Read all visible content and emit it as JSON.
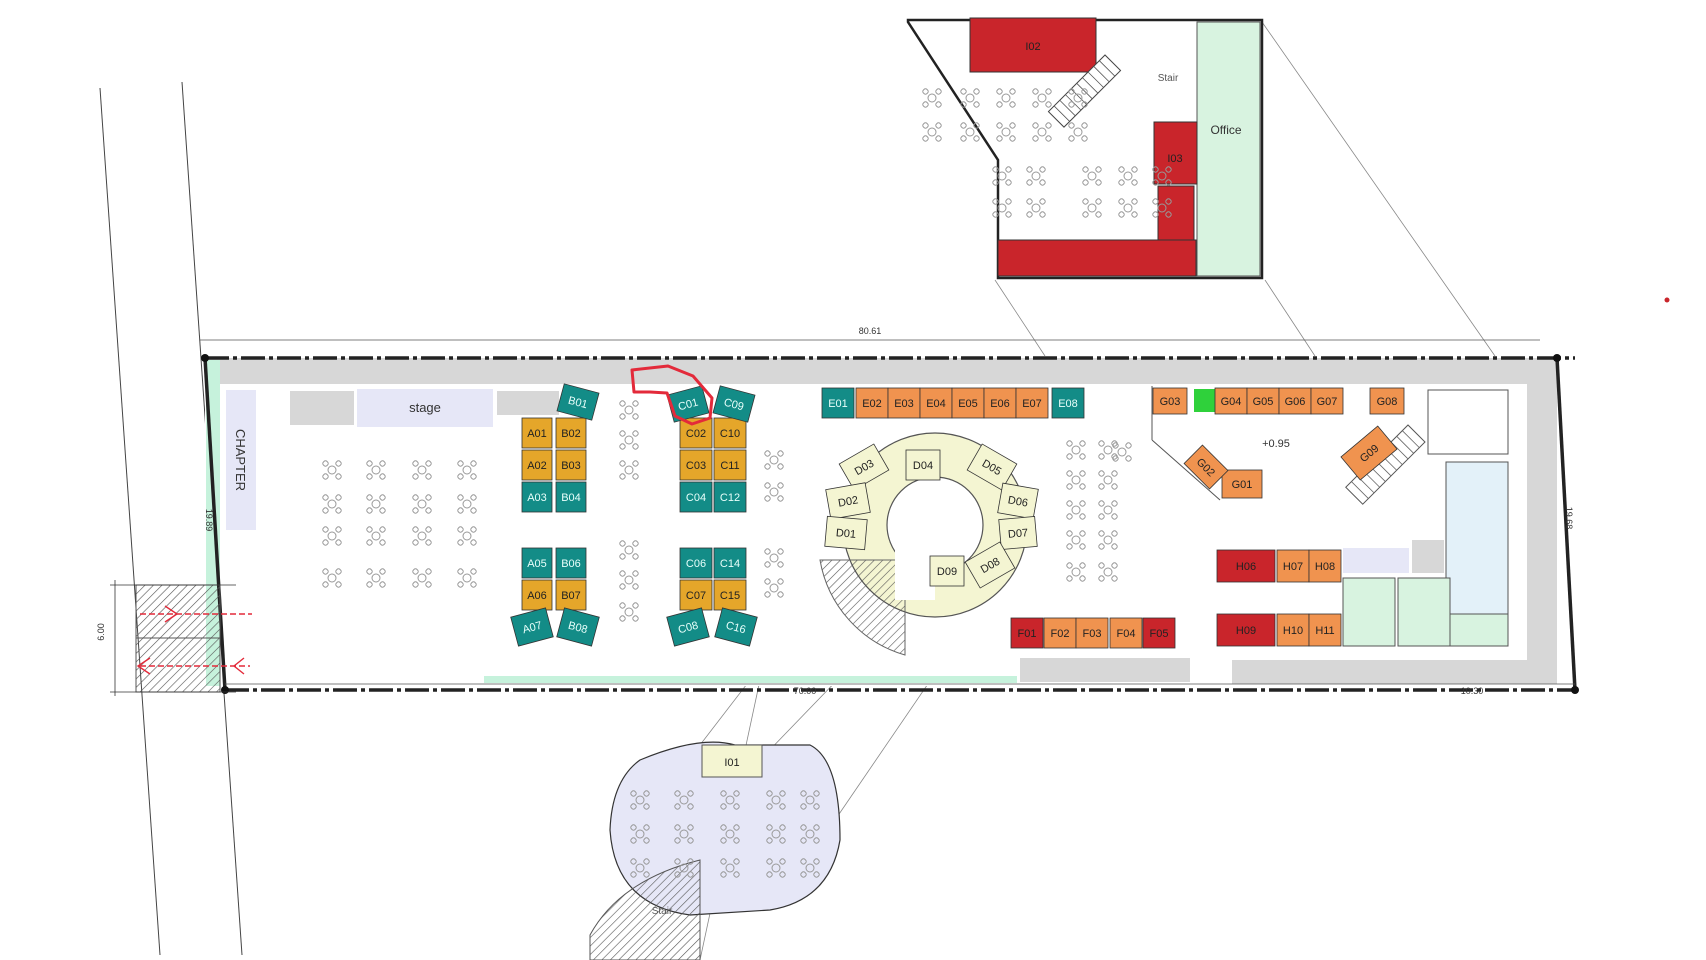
{
  "colors": {
    "teal": "#138c87",
    "amber": "#e5a62a",
    "orange": "#f0934f",
    "red": "#c9252b",
    "pale_yellow": "#f4f5d2",
    "mint": "#d8f3e0",
    "lavender": "#e6e7f7",
    "gray": "#d7d7d7",
    "green": "#2fd13b",
    "highlight": "#e32a3a"
  },
  "labels": {
    "stage": "stage",
    "chapter": "CHAPTER",
    "office": "Office",
    "stair_top": "Stair",
    "stair_bottom": "Stair",
    "elevation": "+0.95"
  },
  "dimensions": {
    "total_width": "80.61",
    "bottom_width": "70.00",
    "bottom_right": "10.30",
    "left_height": "19.89",
    "right_height": "19.68",
    "entrance": "6.00"
  },
  "booths": {
    "A01": "A01",
    "A02": "A02",
    "A03": "A03",
    "A05": "A05",
    "A06": "A06",
    "A07": "A07",
    "B01": "B01",
    "B02": "B02",
    "B03": "B03",
    "B04": "B04",
    "B06": "B06",
    "B07": "B07",
    "B08": "B08",
    "C01": "C01",
    "C02": "C02",
    "C03": "C03",
    "C04": "C04",
    "C06": "C06",
    "C07": "C07",
    "C08": "C08",
    "C09": "C09",
    "C10": "C10",
    "C11": "C11",
    "C12": "C12",
    "C14": "C14",
    "C15": "C15",
    "C16": "C16",
    "D01": "D01",
    "D02": "D02",
    "D03": "D03",
    "D04": "D04",
    "D05": "D05",
    "D06": "D06",
    "D07": "D07",
    "D08": "D08",
    "D09": "D09",
    "E01": "E01",
    "E02": "E02",
    "E03": "E03",
    "E04": "E04",
    "E05": "E05",
    "E06": "E06",
    "E07": "E07",
    "E08": "E08",
    "F01": "F01",
    "F02": "F02",
    "F03": "F03",
    "F04": "F04",
    "F05": "F05",
    "G01": "G01",
    "G02": "G02",
    "G03": "G03",
    "G04": "G04",
    "G05": "G05",
    "G06": "G06",
    "G07": "G07",
    "G08": "G08",
    "G09": "G09",
    "H06": "H06",
    "H07": "H07",
    "H08": "H08",
    "H09": "H09",
    "H10": "H10",
    "H11": "H11",
    "I01": "I01",
    "I02": "I02",
    "I03": "I03"
  }
}
